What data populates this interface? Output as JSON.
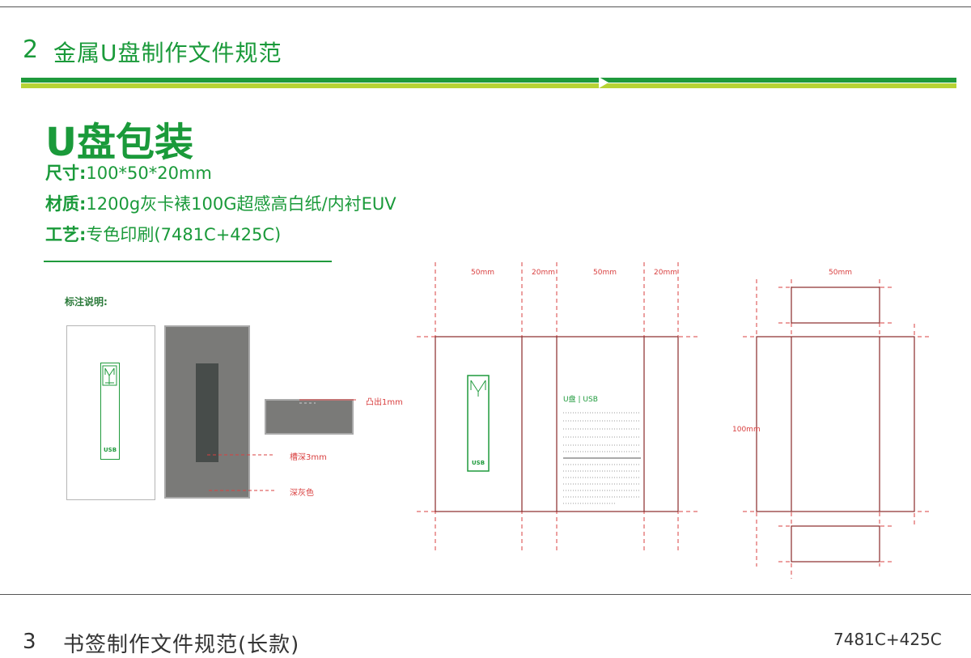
{
  "section2": {
    "number": "2",
    "title": "金属U盘制作文件规范"
  },
  "product": {
    "title": "U盘包装",
    "size_label": "尺寸:",
    "size_value": "100*50*20mm",
    "material_label": "材质:",
    "material_value": "1200g灰卡裱100G超感高白纸/内衬EUV",
    "craft_label": "工艺:",
    "craft_value": "专色印刷(7481C+425C)"
  },
  "annotation": {
    "title": "标注说明:",
    "protrude": "凸出1mm",
    "groove": "槽深3mm",
    "dark_gray": "深灰色",
    "usb_logo": "USB"
  },
  "dieline": {
    "dim_a": "50mm",
    "dim_b": "20mm",
    "dim_c": "50mm",
    "dim_d": "20mm",
    "dim_e": "50mm",
    "dim_h": "100mm",
    "brand": "U盘",
    "brand_sep": "|",
    "brand_usb": "USB",
    "panel_usb": "USB"
  },
  "section3": {
    "number": "3",
    "title": "书签制作文件规范(长款)",
    "code": "7481C+425C"
  },
  "colors": {
    "brand_green": "#1a9a3c",
    "lime": "#b7d334",
    "guide_red": "#d94040",
    "dark_gray": "#7a7a78"
  }
}
